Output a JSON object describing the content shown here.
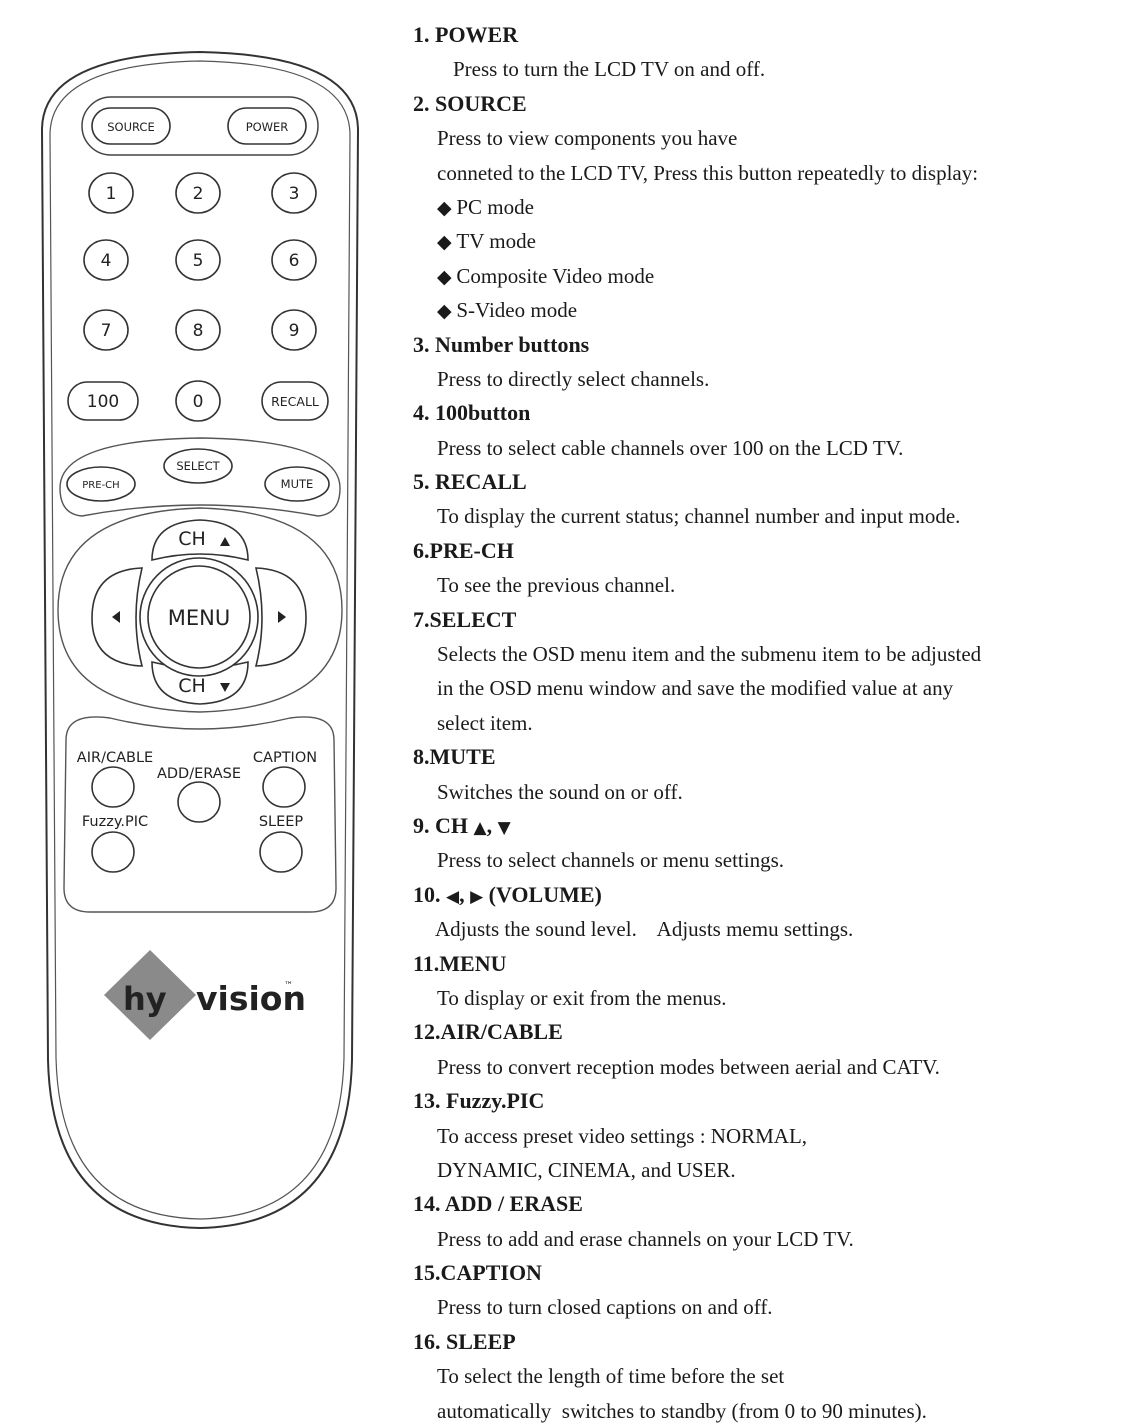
{
  "remote": {
    "buttons": {
      "source": "SOURCE",
      "power": "POWER",
      "digits": [
        "1",
        "2",
        "3",
        "4",
        "5",
        "6",
        "7",
        "8",
        "9"
      ],
      "hundred": "100",
      "zero": "0",
      "recall": "RECALL",
      "pre_ch": "PRE-CH",
      "select": "SELECT",
      "mute": "MUTE",
      "ch_up": "CH",
      "ch_down": "CH",
      "menu": "MENU",
      "air_cable": "AIR/CABLE",
      "add_erase": "ADD/ERASE",
      "caption": "CAPTION",
      "fuzzy_pic": "Fuzzy.PIC",
      "sleep": "SLEEP"
    },
    "logo": {
      "prefix": "hy",
      "name": "vision",
      "tm": "™"
    }
  },
  "manual": {
    "s1": {
      "title": "1. POWER",
      "lines": [
        "Press to turn the LCD TV on and off."
      ]
    },
    "s2": {
      "title": "2. SOURCE",
      "lines": [
        "Press to view components you have",
        "conneted to the LCD TV, Press this button repeatedly to display:"
      ],
      "bullets": [
        "PC mode",
        "TV mode",
        "Composite Video mode",
        "S-Video mode"
      ]
    },
    "s3": {
      "title": "3. Number buttons",
      "lines": [
        "Press to directly select channels."
      ]
    },
    "s4": {
      "title": "4. 100button",
      "lines": [
        "Press to select cable channels over 100 on the LCD TV."
      ]
    },
    "s5": {
      "title": "5. RECALL",
      "lines": [
        "To display the current status; channel number and input mode."
      ]
    },
    "s6": {
      "title": "6.PRE-CH",
      "lines": [
        "To see the previous channel."
      ]
    },
    "s7": {
      "title": "7.SELECT",
      "lines": [
        "Selects the OSD menu item and the submenu item to be adjusted",
        "in the OSD menu window and save the modified  value at any",
        "select item."
      ]
    },
    "s8": {
      "title": "8.MUTE",
      "lines": [
        "Switches the sound on or off."
      ]
    },
    "s9": {
      "title_prefix": "9. CH ",
      "title_up": "▲",
      "title_sep": ", ",
      "title_down": "▼",
      "lines": [
        "Press to select channels or menu settings."
      ]
    },
    "s10": {
      "title_prefix": "10. ",
      "title_left": "◀",
      "title_sep": ", ",
      "title_right": "▶",
      "title_suffix": " (VOLUME)",
      "lines": [
        "Adjusts the sound level.    Adjusts memu settings."
      ]
    },
    "s11": {
      "title": "11.MENU",
      "lines": [
        "To display or exit from the menus."
      ]
    },
    "s12": {
      "title": "12.AIR/CABLE",
      "lines": [
        "Press to convert reception modes between aerial and CATV."
      ]
    },
    "s13": {
      "title": "13. Fuzzy.PIC",
      "lines": [
        "To access preset video settings : NORMAL,",
        "DYNAMIC, CINEMA, and USER."
      ]
    },
    "s14": {
      "title": "14. ADD / ERASE",
      "lines": [
        "Press to add and erase channels on your LCD TV."
      ]
    },
    "s15": {
      "title": "15.CAPTION",
      "lines": [
        "Press to turn closed captions on and off."
      ]
    },
    "s16": {
      "title": "16. SLEEP",
      "lines": [
        "To select the length of time before the set",
        "automatically  switches to standby (from 0 to 90 minutes)."
      ]
    }
  }
}
